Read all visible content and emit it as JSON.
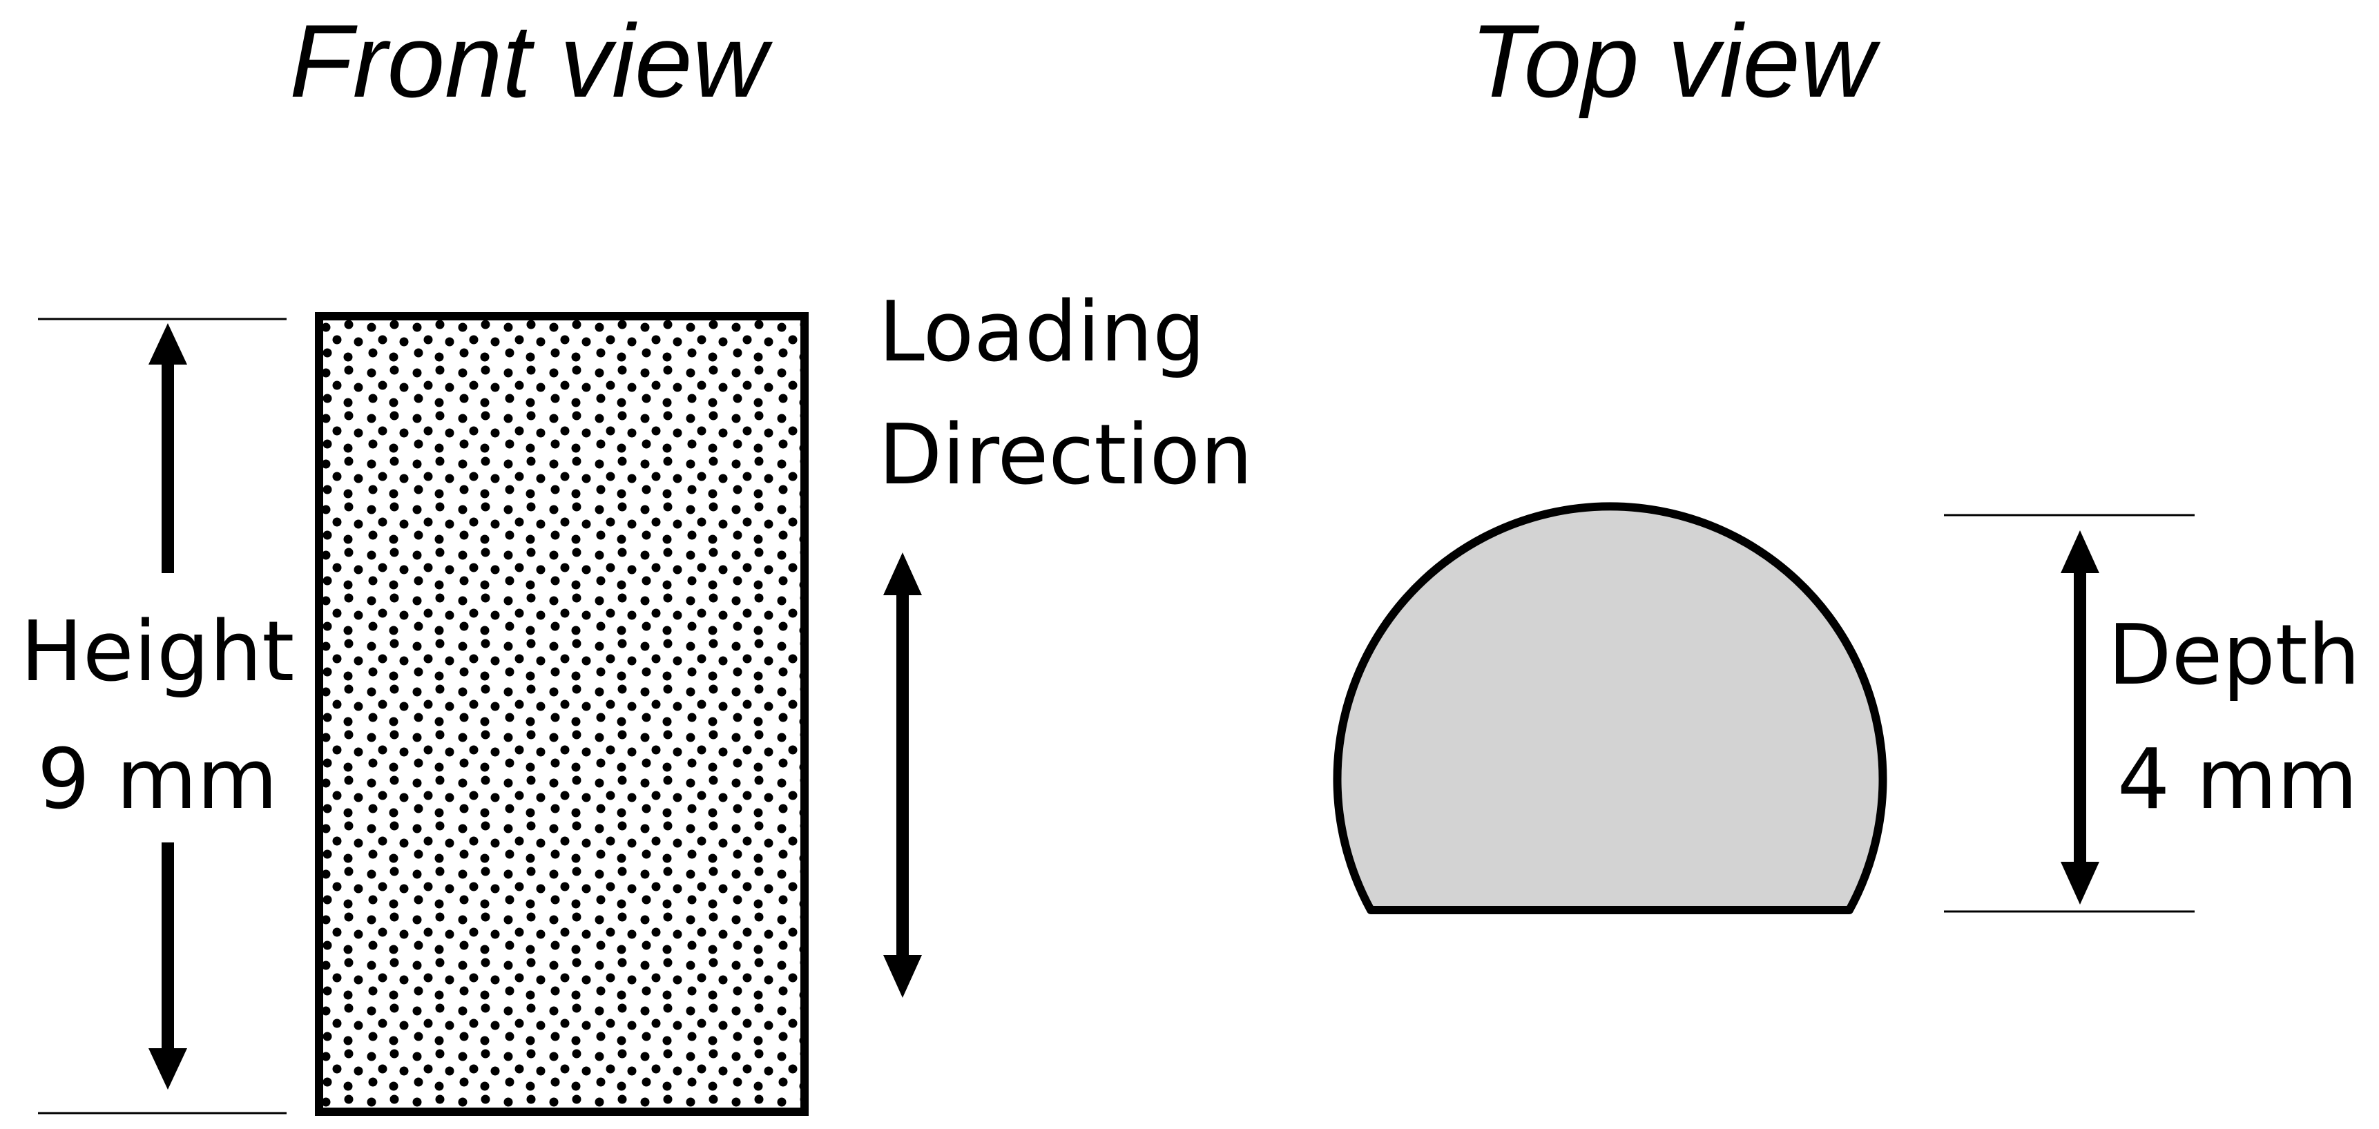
{
  "front_view": {
    "title": "Front view",
    "height_label": "Height",
    "height_value": "9 mm",
    "loading_label_line1": "Loading",
    "loading_label_line2": "Direction",
    "pattern": "dotted"
  },
  "top_view": {
    "title": "Top view",
    "depth_label": "Depth",
    "depth_value": "4 mm",
    "fill_color": "#d3d3d3"
  },
  "colors": {
    "line": "#000000",
    "background": "#ffffff"
  }
}
